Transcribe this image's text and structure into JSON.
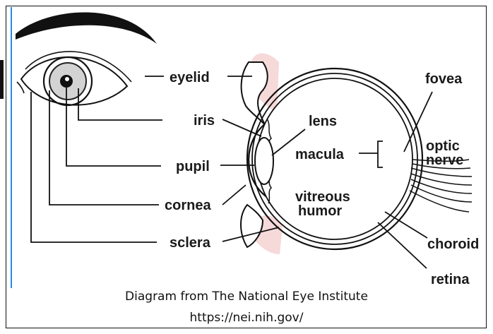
{
  "diagram": {
    "labels": {
      "eyelid": "eyelid",
      "iris": "iris",
      "pupil": "pupil",
      "cornea": "cornea",
      "sclera": "sclera",
      "lens": "lens",
      "macula": "macula",
      "vitreous_line1": "vitreous",
      "vitreous_line2": "humor",
      "fovea": "fovea",
      "optic_line1": "optic",
      "optic_line2": "nerve",
      "choroid": "choroid",
      "retina": "retina"
    }
  },
  "caption": {
    "line1": "Diagram from The National Eye Institute",
    "line2": "https://nei.nih.gov/"
  }
}
